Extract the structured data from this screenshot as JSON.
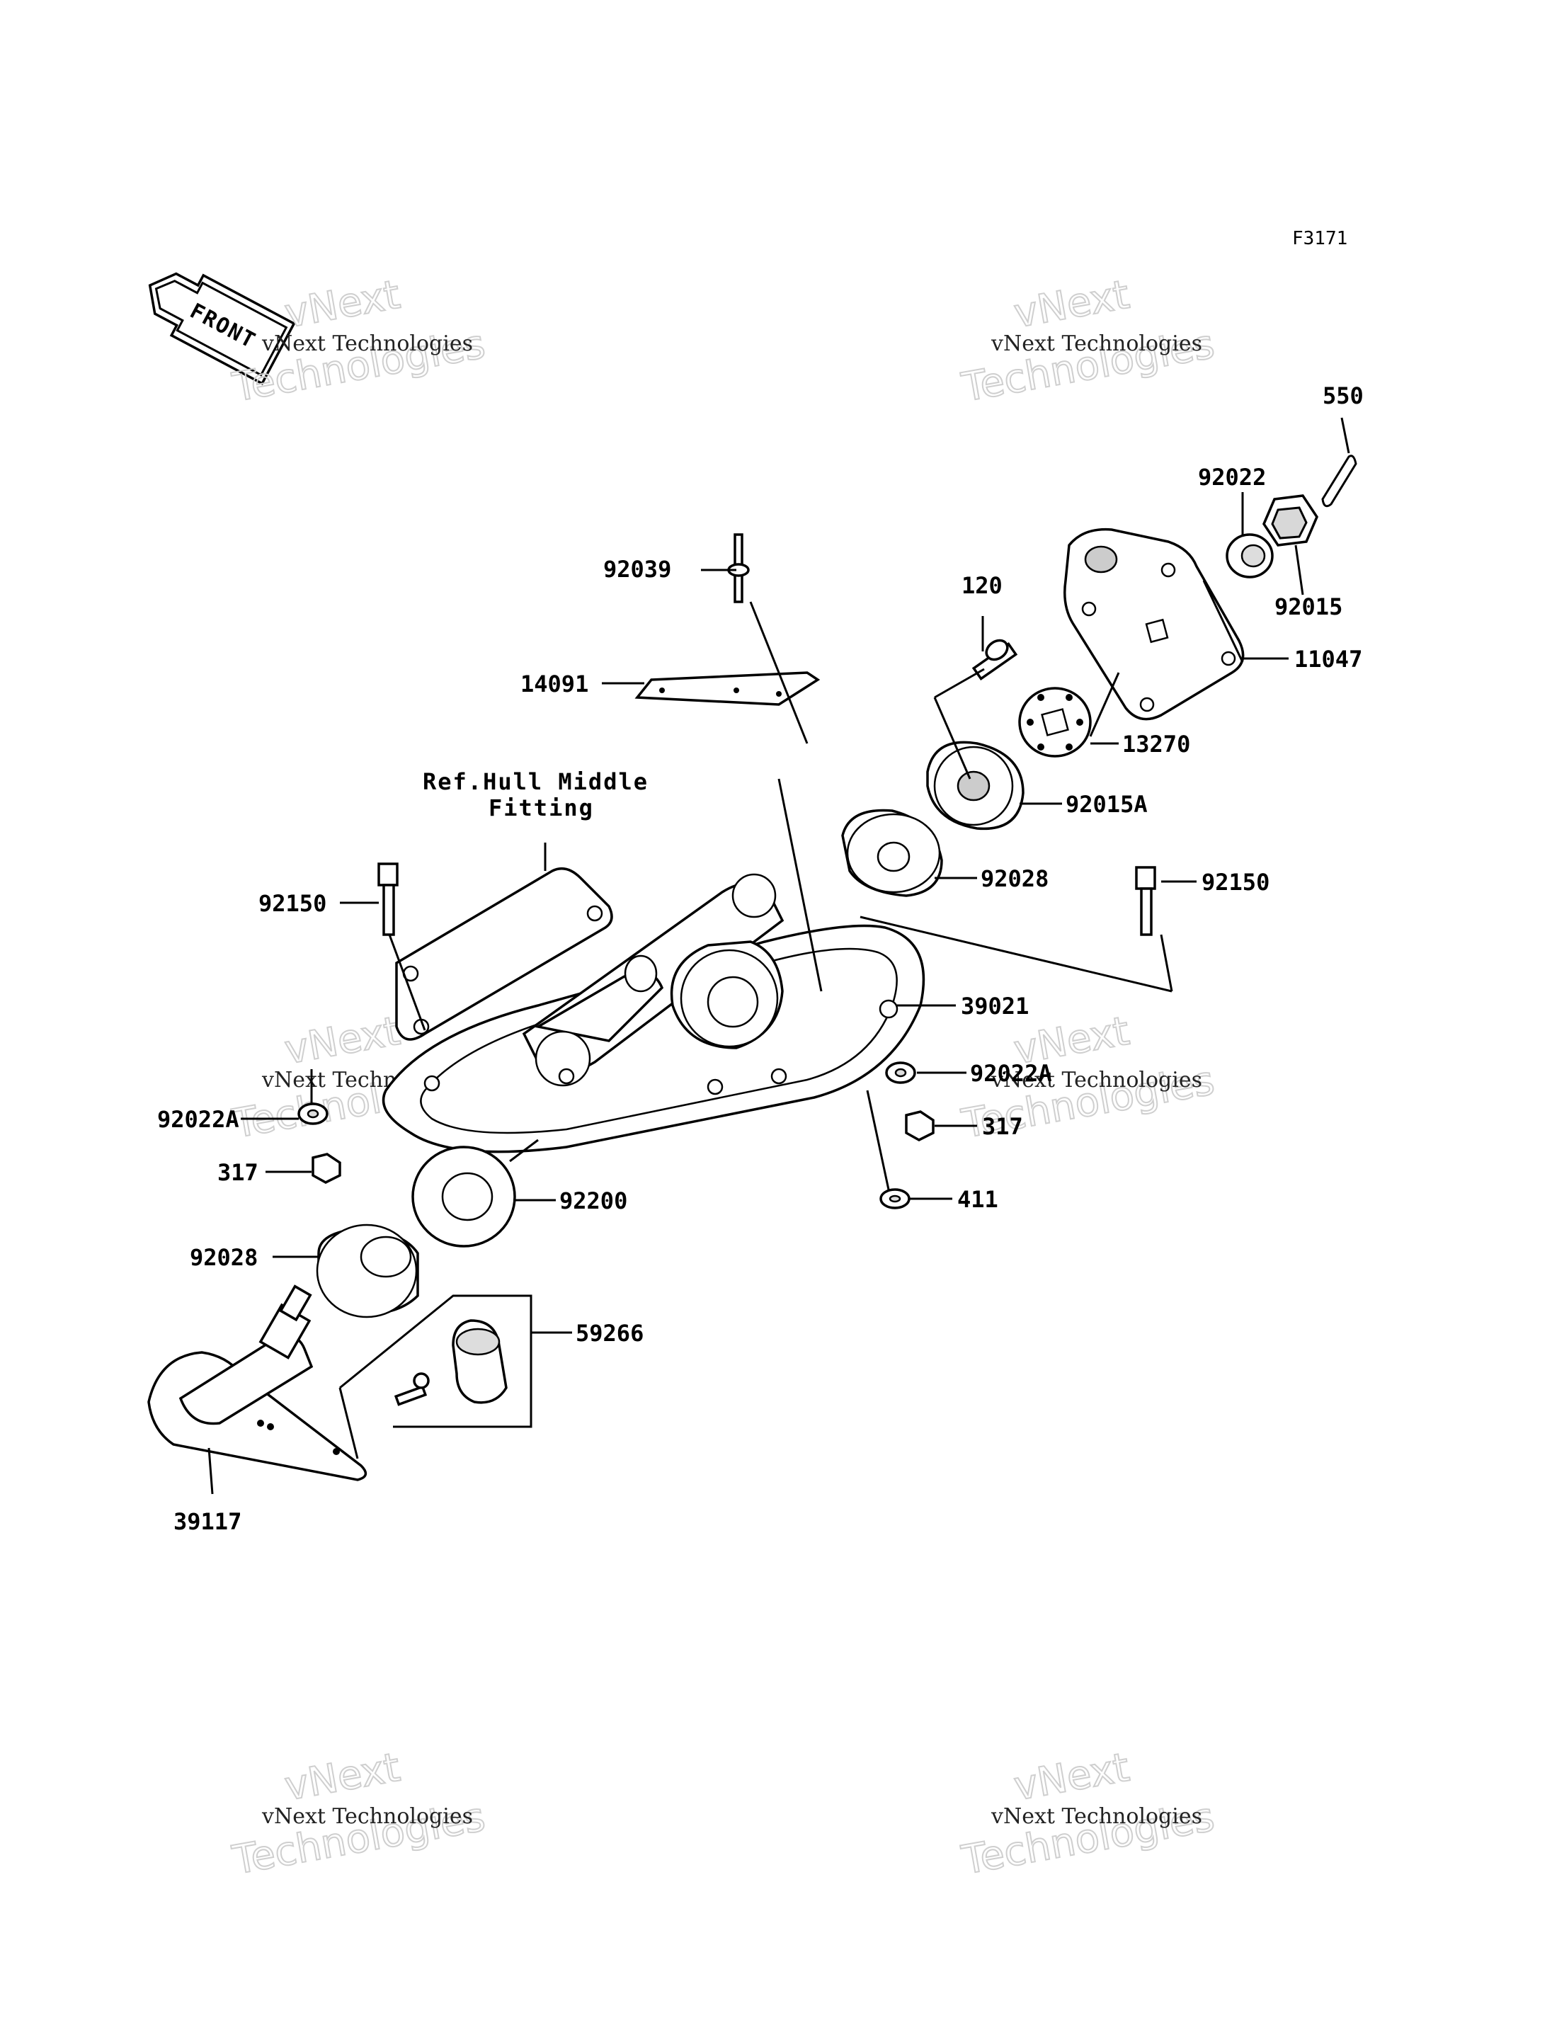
{
  "figure_code": "F3171",
  "front_marker": "FRONT",
  "reference_note": {
    "line1": "Ref.Hull Middle",
    "line2": "Fitting"
  },
  "watermark": {
    "line1": "vNext",
    "line2": "Technologies",
    "caption": "vNext Technologies"
  },
  "callouts": {
    "c550": "550",
    "c92022": "92022",
    "c92015": "92015",
    "c11047": "11047",
    "c92039": "92039",
    "c120": "120",
    "c14091": "14091",
    "c13270": "13270",
    "c92015A": "92015A",
    "c92028_top": "92028",
    "c92150_left": "92150",
    "c92150_right": "92150",
    "c39021": "39021",
    "c92022A_right": "92022A",
    "c92022A_left": "92022A",
    "c317_right": "317",
    "c317_left": "317",
    "c411": "411",
    "c92200": "92200",
    "c92028_bottom": "92028",
    "c59266": "59266",
    "c39117": "39117"
  }
}
